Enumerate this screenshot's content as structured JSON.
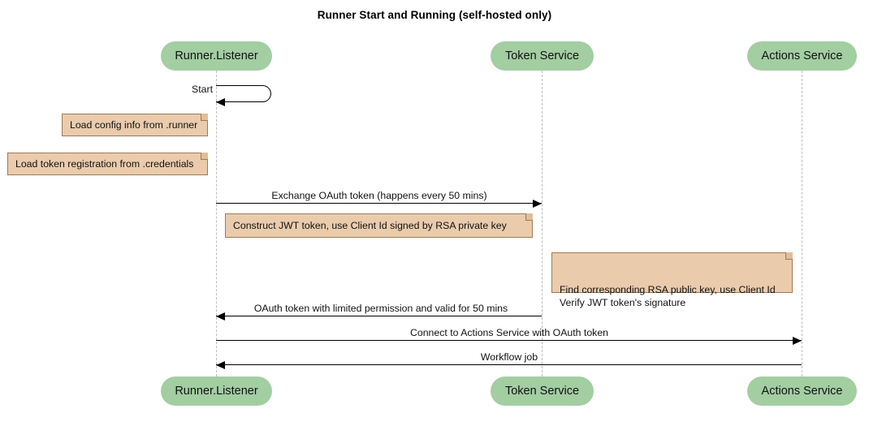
{
  "diagram": {
    "type": "sequence-diagram",
    "title": "Runner Start and Running (self-hosted only)",
    "colors": {
      "participant_fill": "#a2cea2",
      "note_fill": "#eacbac",
      "note_border": "#9d7b54",
      "lifeline": "#bdbdbd",
      "message": "#000000",
      "background": "#ffffff"
    },
    "participants": [
      {
        "id": "runner",
        "label": "Runner.Listener"
      },
      {
        "id": "token",
        "label": "Token Service"
      },
      {
        "id": "actions",
        "label": "Actions Service"
      }
    ],
    "messages": [
      {
        "id": "m1",
        "label": "Start",
        "from": "runner",
        "to": "runner",
        "kind": "self",
        "direction": "self"
      },
      {
        "id": "m2",
        "label": "Exchange OAuth token (happens every 50 mins)",
        "from": "runner",
        "to": "token",
        "kind": "sync",
        "direction": "right"
      },
      {
        "id": "m3",
        "label": "OAuth token with limited permission and valid for 50 mins",
        "from": "token",
        "to": "runner",
        "kind": "return",
        "direction": "left"
      },
      {
        "id": "m4",
        "label": "Connect to Actions Service with OAuth token",
        "from": "runner",
        "to": "actions",
        "kind": "sync",
        "direction": "right"
      },
      {
        "id": "m5",
        "label": "Workflow job",
        "from": "actions",
        "to": "runner",
        "kind": "return",
        "direction": "left"
      }
    ],
    "notes": [
      {
        "id": "n1",
        "text": "Load config info from .runner",
        "attached_to": "runner"
      },
      {
        "id": "n2",
        "text": "Load token registration from .credentials",
        "attached_to": "runner"
      },
      {
        "id": "n3",
        "text": "Construct JWT token, use Client Id signed by RSA private key",
        "attached_to": "runner"
      },
      {
        "id": "n4",
        "text": "Find corresponding RSA public key, use Client Id\nVerify JWT token's signature",
        "attached_to": "token"
      }
    ]
  }
}
